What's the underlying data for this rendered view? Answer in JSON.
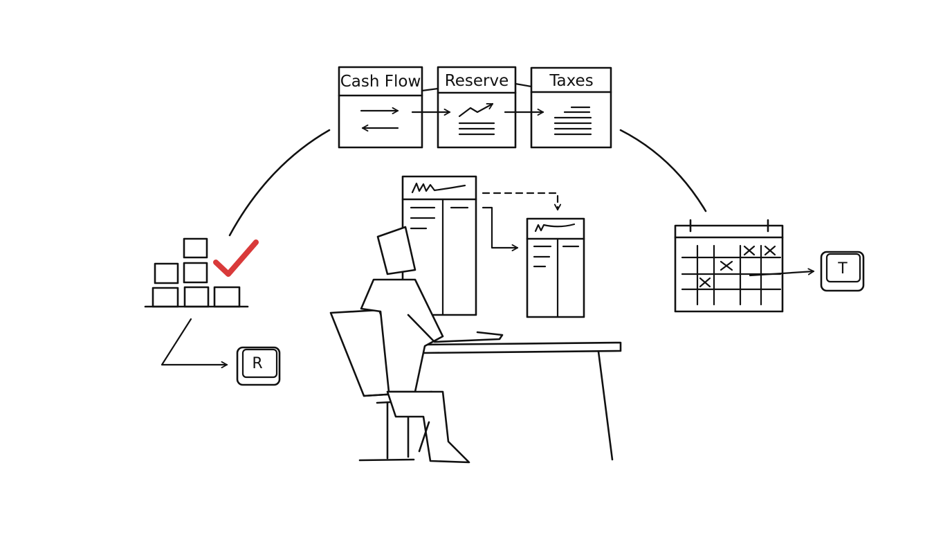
{
  "cards": [
    {
      "title": "Cash Flow",
      "icon": "transfer-arrows-icon"
    },
    {
      "title": "Reserve",
      "icon": "trend-up-icon"
    },
    {
      "title": "Taxes",
      "icon": "document-lines-icon"
    }
  ],
  "keys": {
    "left": "R",
    "right": "T"
  },
  "colors": {
    "ink": "#111111",
    "check": "#d93a3a",
    "background": "#ffffff"
  }
}
